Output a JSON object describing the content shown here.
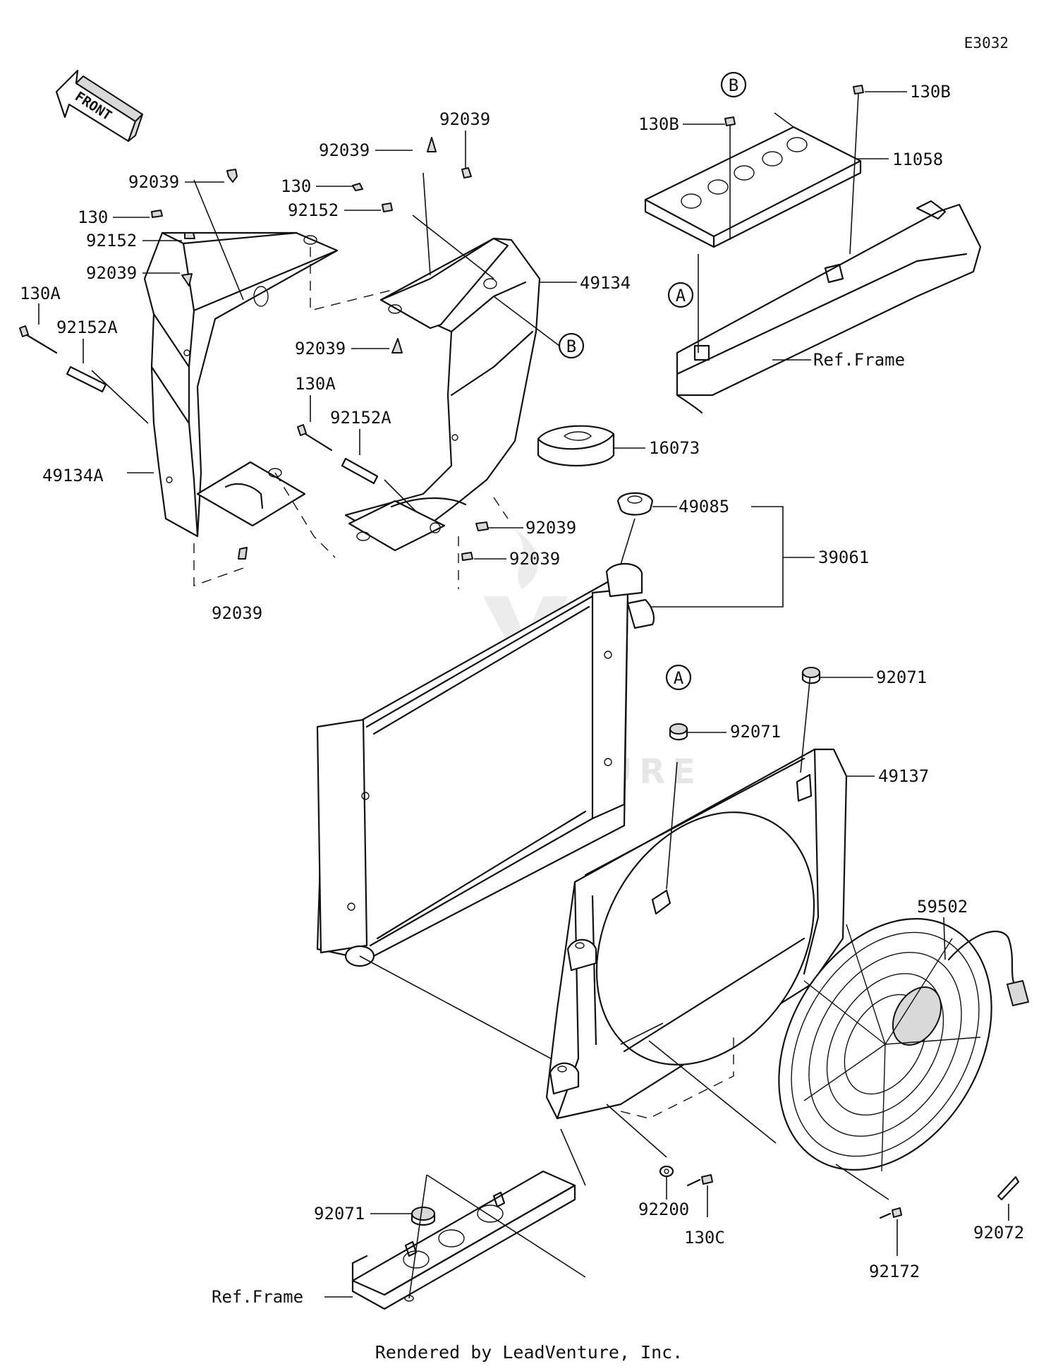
{
  "diagram": {
    "code": "E3032",
    "front_label": "FRONT",
    "watermark": "LEADVENTURE",
    "footer": "Rendered by LeadVenture, Inc.",
    "ref_frame_label": "Ref.Frame",
    "callouts": {
      "a": "A",
      "b": "B"
    },
    "parts": {
      "p92039_a": "92039",
      "p130_a": "130",
      "p92152_a": "92152",
      "p92039_b": "92039",
      "p130A_a": "130A",
      "p92152A_a": "92152A",
      "p49134A": "49134A",
      "p92039_c": "92039",
      "p92039_top": "92039",
      "p92039_d": "92039",
      "p130_b": "130",
      "p92152_b": "92152",
      "p49134": "49134",
      "p92039_e": "92039",
      "p130A_b": "130A",
      "p92152A_b": "92152A",
      "p92039_f": "92039",
      "p92039_g": "92039",
      "p130B_a": "130B",
      "p130B_b": "130B",
      "p11058": "11058",
      "p16073": "16073",
      "p49085": "49085",
      "p39061": "39061",
      "p92071_a": "92071",
      "p92071_b": "92071",
      "p49137": "49137",
      "p59502": "59502",
      "p92071_c": "92071",
      "p92200": "92200",
      "p130C": "130C",
      "p92072": "92072",
      "p92172": "92172"
    }
  }
}
